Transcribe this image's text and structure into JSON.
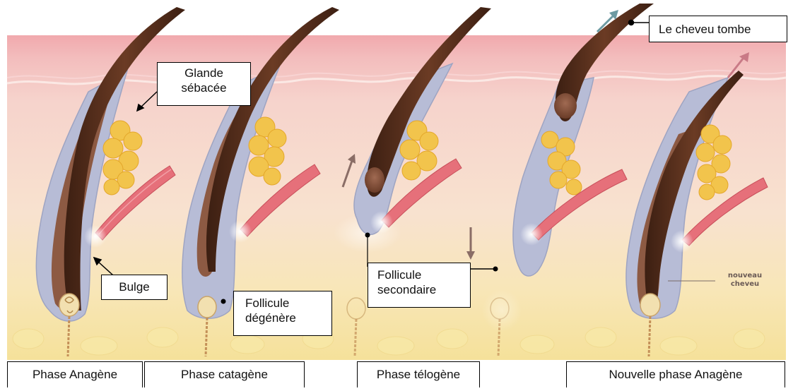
{
  "labels": {
    "glande": "Glande\nsébacée",
    "bulge": "Bulge",
    "follicule_degenere": "Follicule\ndégénère",
    "follicule_secondaire": "Follicule\nsecondaire",
    "cheveu_tombe": "Le cheveu tombe",
    "nouveau_cheveu": "nouveau\ncheveu"
  },
  "phases": [
    {
      "label": "Phase Anagène"
    },
    {
      "label": "Phase catagène"
    },
    {
      "label": "Phase télogène"
    },
    {
      "label": "Nouvelle phase Anagène"
    }
  ],
  "colors": {
    "epidermis": "#f0b6b8",
    "dermis": "#f7d9cf",
    "fat": "#f3dd9a",
    "sheath": "#b6bcd4",
    "hair": "#5a3220",
    "gland": "#f2c14a",
    "muscle": "#e0606a"
  }
}
